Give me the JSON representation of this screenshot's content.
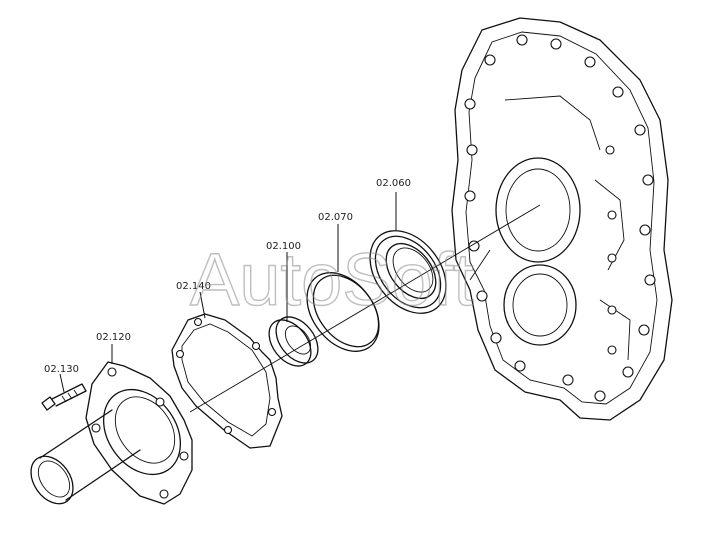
{
  "watermark": "AutoSoft",
  "parts": [
    {
      "id": "p130",
      "label": "02.130"
    },
    {
      "id": "p120",
      "label": "02.120"
    },
    {
      "id": "p140",
      "label": "02.140"
    },
    {
      "id": "p100",
      "label": "02.100"
    },
    {
      "id": "p070",
      "label": "02.070"
    },
    {
      "id": "p060",
      "label": "02.060"
    }
  ]
}
